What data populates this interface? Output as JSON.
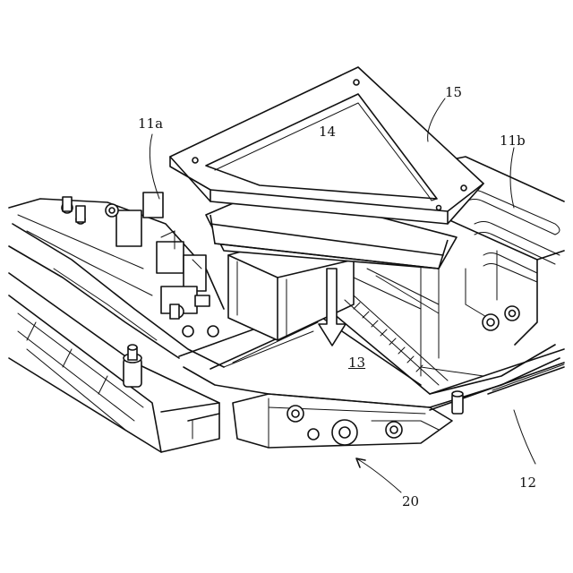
{
  "labels": {
    "l15": "15",
    "l14": "14",
    "l11a": "11a",
    "l11b": "11b",
    "l13": "13",
    "l20": "20",
    "l12": "12"
  },
  "colors": {
    "ink": "#111111",
    "paper": "#ffffff"
  }
}
